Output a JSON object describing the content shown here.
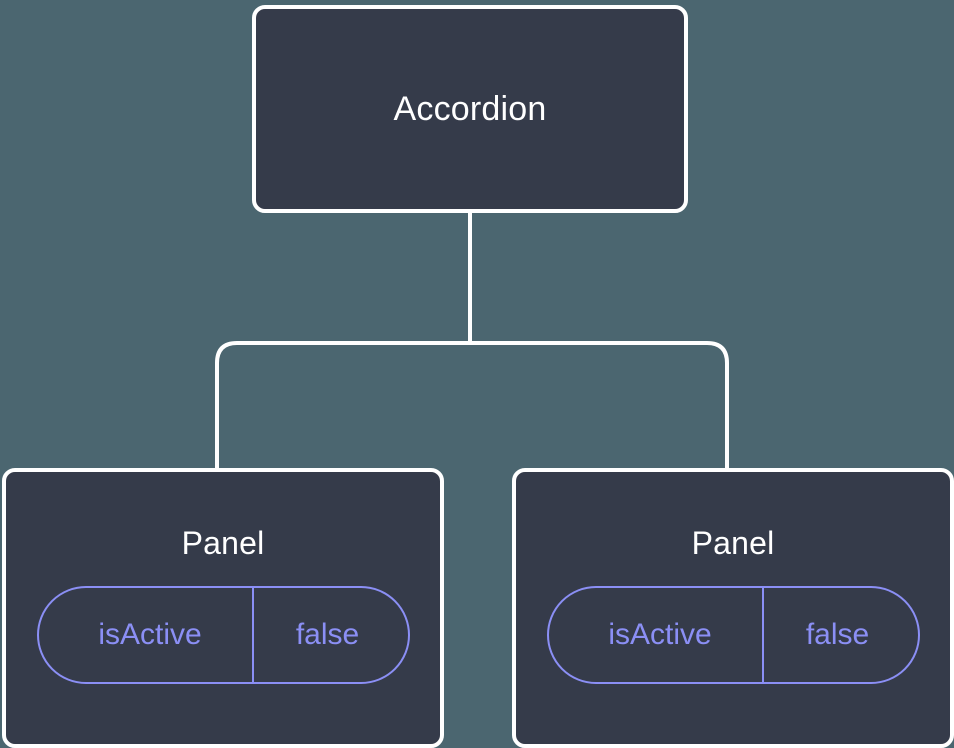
{
  "diagram": {
    "type": "component-tree",
    "background_color": "#4b6670",
    "node_fill_color": "#353b4a",
    "node_border_color": "#ffffff",
    "edge_color": "#ffffff",
    "prop_accent_color": "#8b8ff5",
    "root": {
      "label": "Accordion"
    },
    "children": [
      {
        "label": "Panel",
        "prop": {
          "key": "isActive",
          "value": "false"
        }
      },
      {
        "label": "Panel",
        "prop": {
          "key": "isActive",
          "value": "false"
        }
      }
    ]
  }
}
